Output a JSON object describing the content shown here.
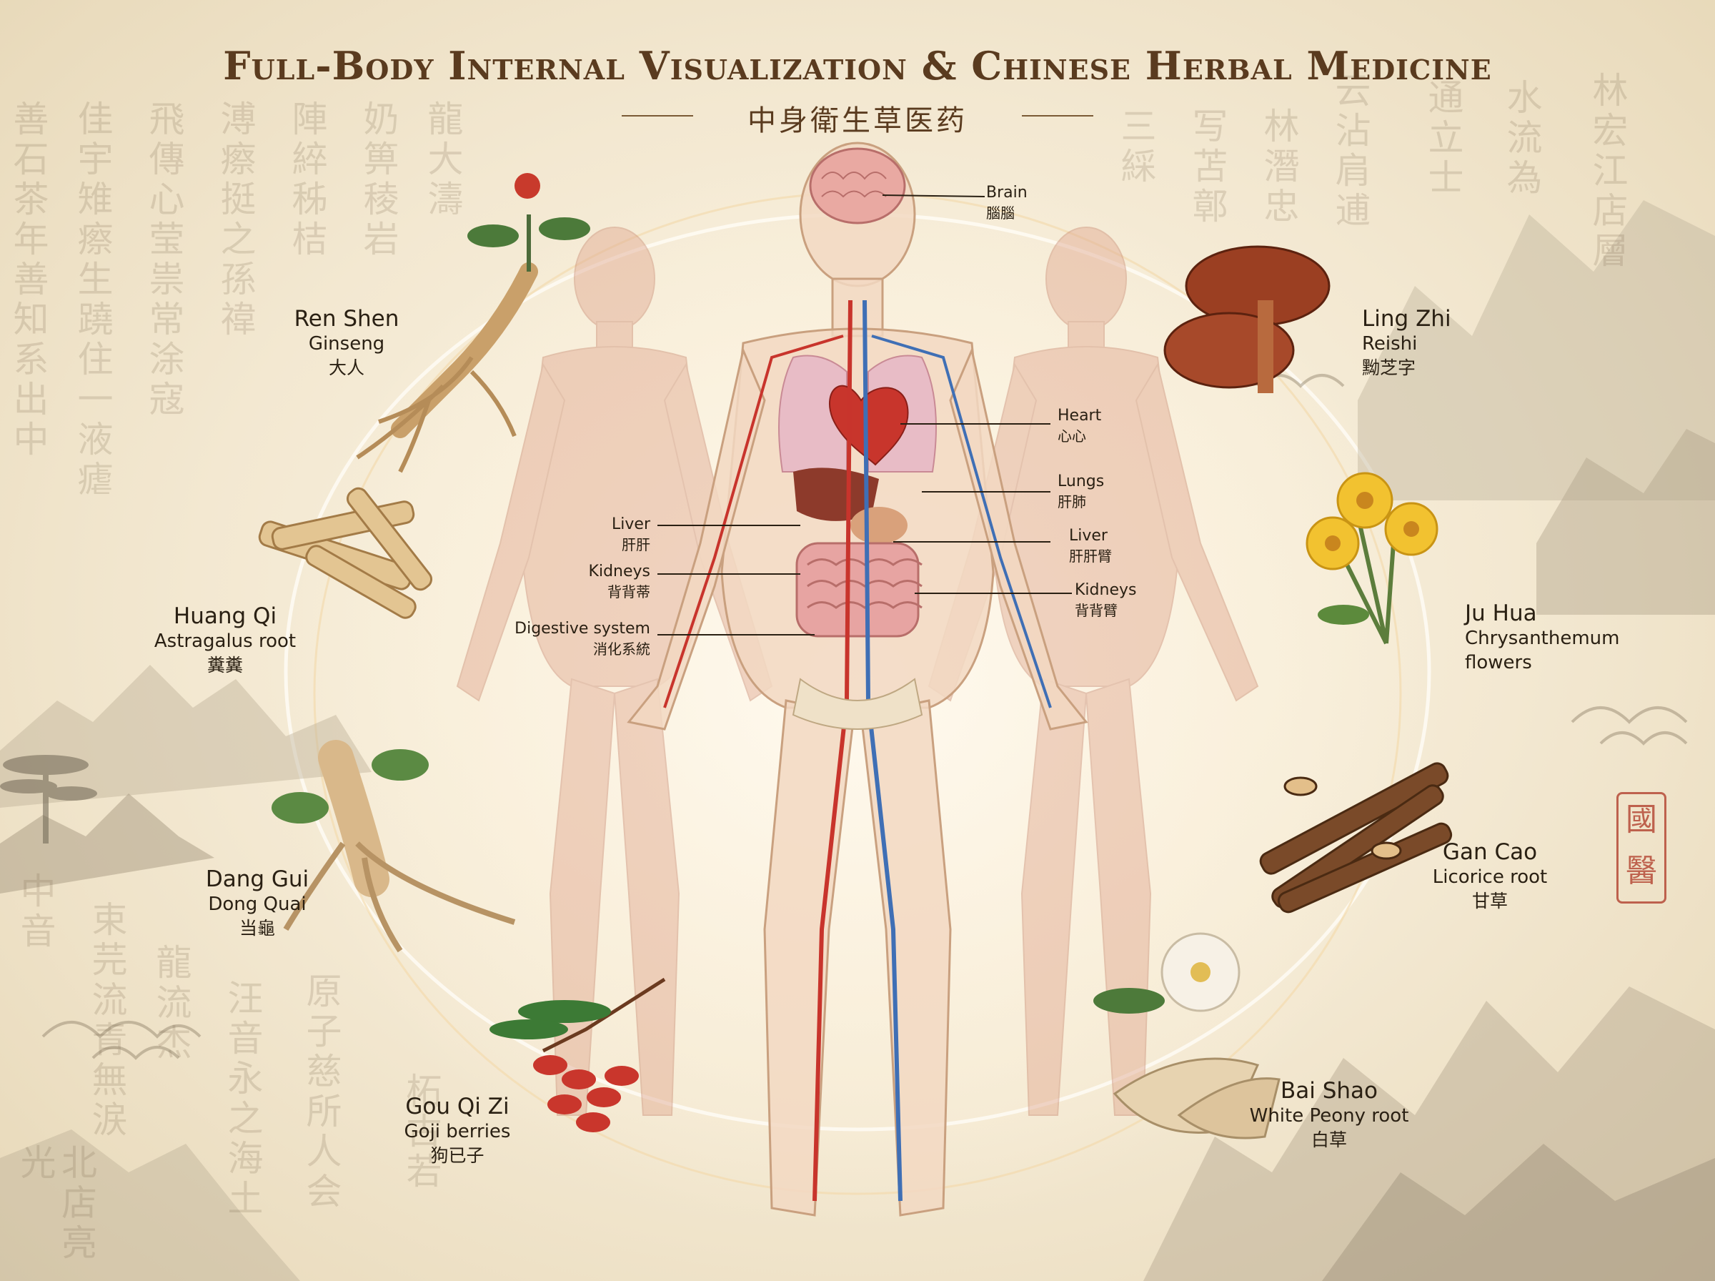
{
  "title": "Full-Body Internal Visualization & Chinese Herbal Medicine",
  "subtitle": "中身衛生草医药",
  "organs": {
    "brain": {
      "en": "Brain",
      "zh": "腦腦"
    },
    "heart": {
      "en": "Heart",
      "zh": "心心"
    },
    "lungs": {
      "en": "Lungs",
      "zh": "肝肺"
    },
    "liver_right": {
      "en": "Liver",
      "zh": "肝肝臂"
    },
    "kidneys_right": {
      "en": "Kidneys",
      "zh": "背背臂"
    },
    "liver_left": {
      "en": "Liver",
      "zh": "肝肝"
    },
    "kidneys_left": {
      "en": "Kidneys",
      "zh": "背背蒂"
    },
    "digestive": {
      "en": "Digestive system",
      "zh": "消化系統"
    }
  },
  "herbs": {
    "ren_shen": {
      "pinyin": "Ren Shen",
      "en": "Ginseng",
      "zh": "大人"
    },
    "huang_qi": {
      "pinyin": "Huang Qi",
      "en": "Astragalus root",
      "zh": "糞糞"
    },
    "dang_gui": {
      "pinyin": "Dang Gui",
      "en": "Dong Quai",
      "zh": "当龜"
    },
    "gou_qi_zi": {
      "pinyin": "Gou Qi Zi",
      "en": "Goji berries",
      "zh": "狗已子"
    },
    "ling_zhi": {
      "pinyin": "Ling Zhi",
      "en": "Reishi",
      "zh": "黝芝字"
    },
    "ju_hua": {
      "pinyin": "Ju Hua",
      "en": "Chrysanthemum",
      "en2": "flowers"
    },
    "gan_cao": {
      "pinyin": "Gan Cao",
      "en": "Licorice root",
      "zh": "甘草"
    },
    "bai_shao": {
      "pinyin": "Bai Shao",
      "en": "White Peony root",
      "zh": "白草"
    }
  },
  "background_calligraphy": [
    "善石茶年善知系出中",
    "佳宇雉瘵生蹺住一液瘧",
    "飛傳心莹祟常涂寇",
    "溥瘵挺之孫禕",
    "陣綷秭桔",
    "奶箅稜岩",
    "龍大濤",
    "三綵",
    "写苫鄣",
    "林潛忠",
    "云沾肩逋",
    "通立士",
    "水流為",
    "林宏江店層",
    "束芫流青無涙",
    "龍流杰",
    "汪音永之海土",
    "原子慈所人会",
    "柘古若",
    "中音",
    "北店亮光"
  ],
  "seal": {
    "text": "國醫",
    "color": "#b2412f"
  },
  "colors": {
    "title": "#5a3b1f",
    "artery": "#c8342c",
    "vein": "#3f6fb5",
    "skin": "#f2d8c2",
    "parchment": "#f3e8d1"
  }
}
